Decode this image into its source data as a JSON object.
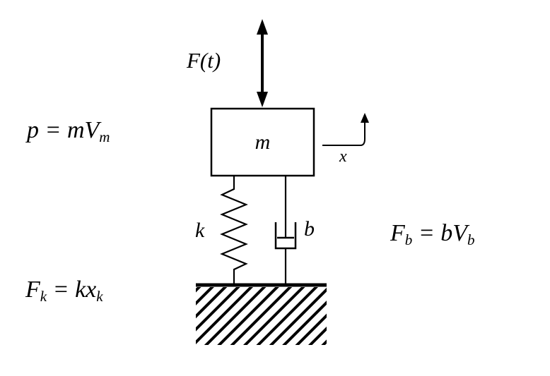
{
  "labels": {
    "applied_force": "F(t)",
    "mass": "m",
    "spring": "k",
    "damper": "b",
    "displacement": "x"
  },
  "equations": {
    "momentum": {
      "main": "p = mV",
      "sub": "m"
    },
    "spring_force": {
      "symbol": "F",
      "symbol_sub": "k",
      "rhs": " = kx",
      "rhs_sub": "k"
    },
    "damper_force": {
      "symbol": "F",
      "symbol_sub": "b",
      "rhs": " = bV",
      "rhs_sub": "b"
    }
  },
  "colors": {
    "ink": "#000000",
    "background": "#ffffff"
  }
}
